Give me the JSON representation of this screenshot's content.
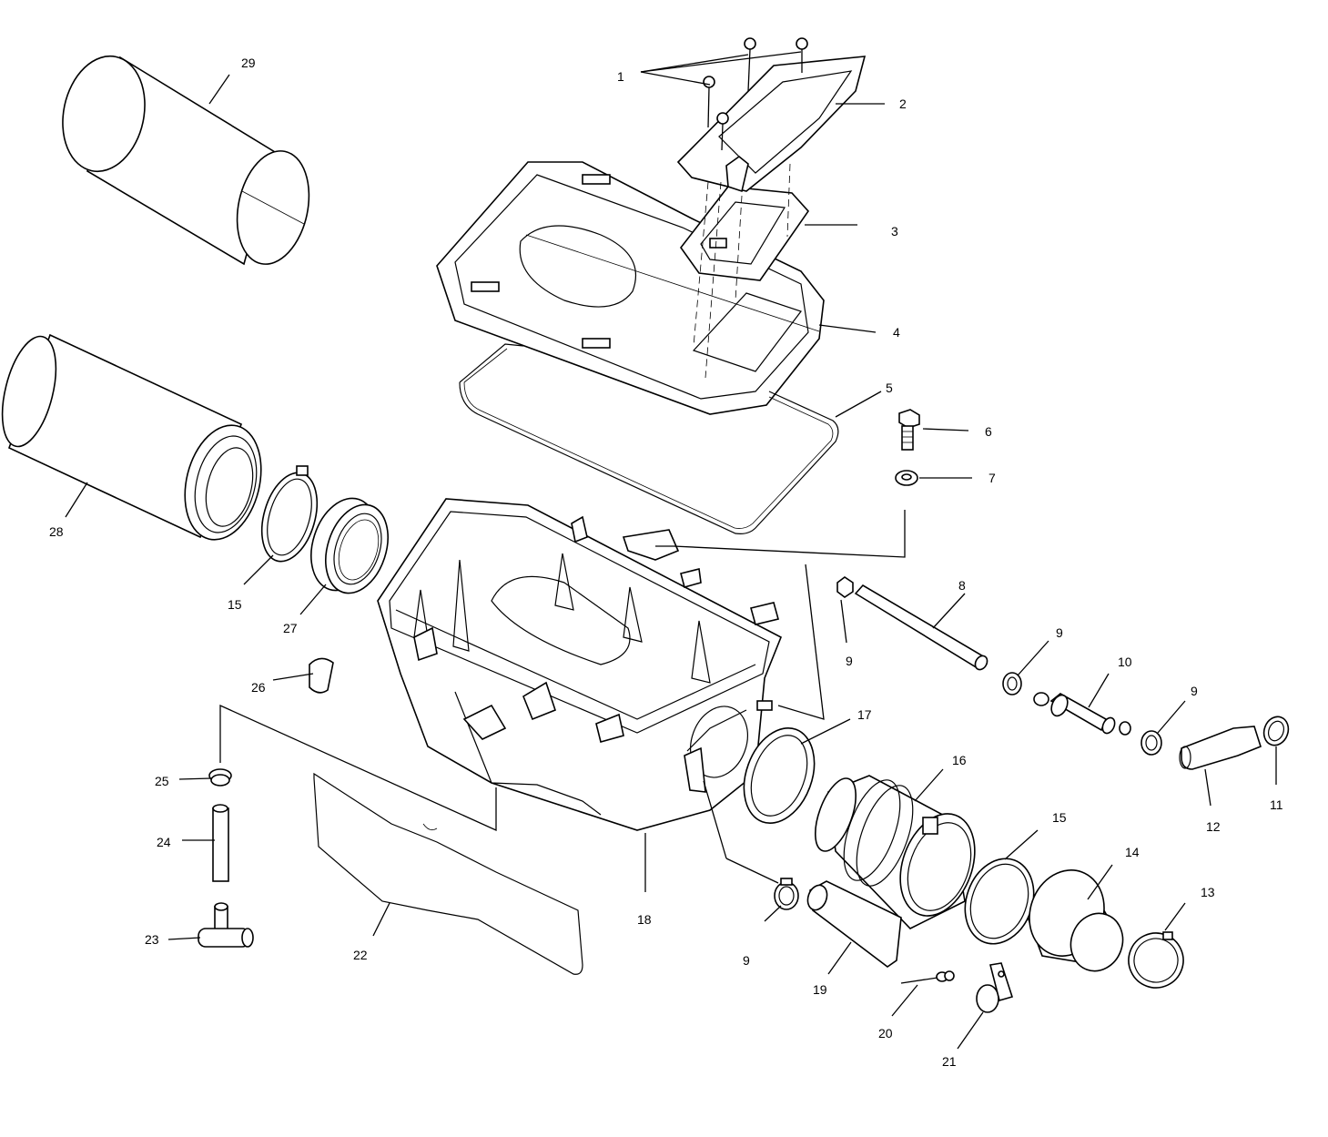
{
  "callouts": [
    {
      "id": "c1",
      "text": "1"
    },
    {
      "id": "c2",
      "text": "2"
    },
    {
      "id": "c3",
      "text": "3"
    },
    {
      "id": "c4",
      "text": "4"
    },
    {
      "id": "c5",
      "text": "5"
    },
    {
      "id": "c6",
      "text": "6"
    },
    {
      "id": "c7",
      "text": "7"
    },
    {
      "id": "c8",
      "text": "8"
    },
    {
      "id": "c9a",
      "text": "9"
    },
    {
      "id": "c9b",
      "text": "9"
    },
    {
      "id": "c9c",
      "text": "9"
    },
    {
      "id": "c9d",
      "text": "9"
    },
    {
      "id": "c10",
      "text": "10"
    },
    {
      "id": "c11",
      "text": "11"
    },
    {
      "id": "c12",
      "text": "12"
    },
    {
      "id": "c13",
      "text": "13"
    },
    {
      "id": "c14",
      "text": "14"
    },
    {
      "id": "c15a",
      "text": "15"
    },
    {
      "id": "c15b",
      "text": "15"
    },
    {
      "id": "c16",
      "text": "16"
    },
    {
      "id": "c17",
      "text": "17"
    },
    {
      "id": "c18",
      "text": "18"
    },
    {
      "id": "c19",
      "text": "19"
    },
    {
      "id": "c20",
      "text": "20"
    },
    {
      "id": "c21",
      "text": "21"
    },
    {
      "id": "c22",
      "text": "22"
    },
    {
      "id": "c23",
      "text": "23"
    },
    {
      "id": "c24",
      "text": "24"
    },
    {
      "id": "c25",
      "text": "25"
    },
    {
      "id": "c26",
      "text": "26"
    },
    {
      "id": "c27",
      "text": "27"
    },
    {
      "id": "c28",
      "text": "28"
    },
    {
      "id": "c29",
      "text": "29"
    }
  ]
}
